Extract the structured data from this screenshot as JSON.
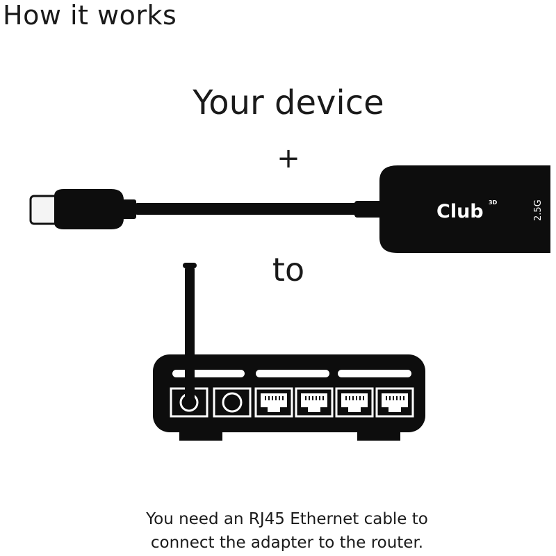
{
  "heading": "How it works",
  "steps": {
    "device": "Your device",
    "plus": "+",
    "to": "to"
  },
  "adapter": {
    "brand": "Club",
    "brand_superscript": "3D",
    "speed_label": "2.5G"
  },
  "note": {
    "line1": "You need an RJ45 Ethernet cable to",
    "line2": "connect the adapter to the router."
  },
  "colors": {
    "text": "#1a1a1a",
    "device": "#0d0d0d",
    "connector_metal": "#f2f2f2",
    "background": "#ffffff"
  },
  "icons": [
    "usb-c-connector-icon",
    "ethernet-adapter-icon",
    "router-icon",
    "antenna-icon",
    "rj45-port-icon"
  ]
}
